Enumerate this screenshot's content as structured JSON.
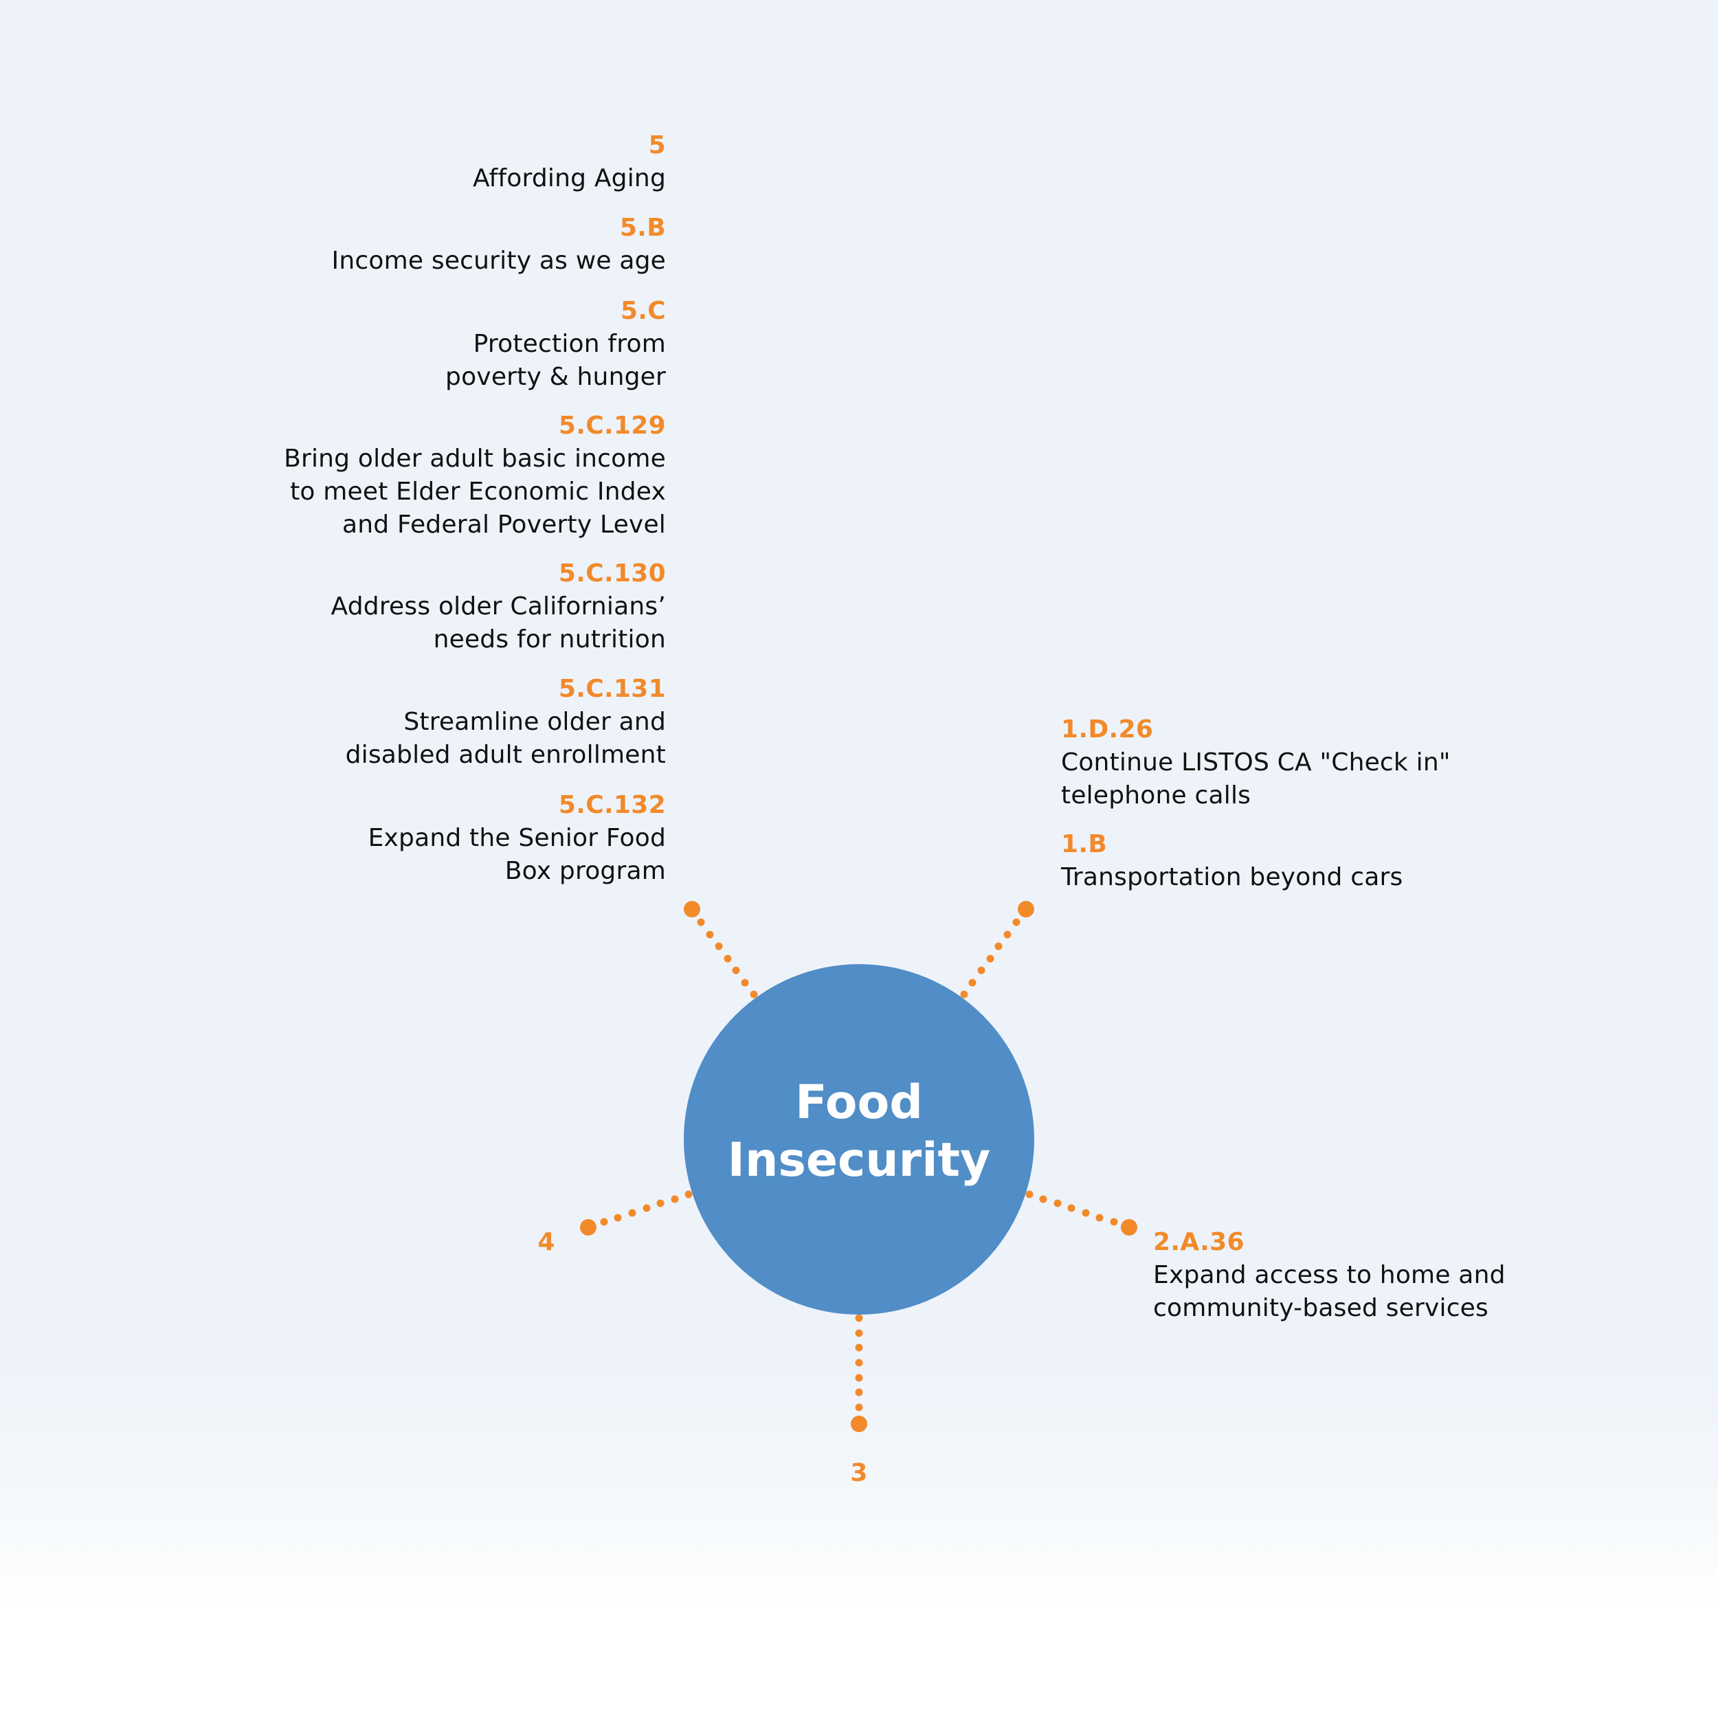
{
  "colors": {
    "background": "#EEF3FA",
    "accent_orange": "#F28A2A",
    "hub_blue": "#518DC7",
    "text_dark": "#111111",
    "hub_text": "#FFFFFF"
  },
  "hub": {
    "title_line1": "Food",
    "title_line2": "Insecurity"
  },
  "branches": {
    "upper_left": {
      "direction": "upper-left",
      "items": [
        {
          "code": "5",
          "lines": [
            "Affording Aging"
          ]
        },
        {
          "code": "5.B",
          "lines": [
            "Income security as we age"
          ]
        },
        {
          "code": "5.C",
          "lines": [
            "Protection from",
            "poverty & hunger"
          ]
        },
        {
          "code": "5.C.129",
          "lines": [
            "Bring older adult basic income",
            "to meet Elder Economic Index",
            "and Federal Poverty Level"
          ]
        },
        {
          "code": "5.C.130",
          "lines": [
            "Address older Californians’",
            "needs for nutrition"
          ]
        },
        {
          "code": "5.C.131",
          "lines": [
            "Streamline older and",
            "disabled adult enrollment"
          ]
        },
        {
          "code": "5.C.132",
          "lines": [
            "Expand the Senior Food",
            "Box program"
          ]
        }
      ]
    },
    "upper_right": {
      "direction": "upper-right",
      "items": [
        {
          "code": "1.D.26",
          "lines": [
            "Continue LISTOS CA \"Check in\"",
            "telephone calls"
          ]
        },
        {
          "code": "1.B",
          "lines": [
            "Transportation beyond cars"
          ]
        }
      ]
    },
    "right": {
      "direction": "right",
      "items": [
        {
          "code": "2.A.36",
          "lines": [
            "Expand access to home and",
            "community-based services"
          ]
        }
      ]
    },
    "bottom": {
      "direction": "bottom",
      "items": [
        {
          "code": "3",
          "lines": []
        }
      ]
    },
    "left": {
      "direction": "left",
      "items": [
        {
          "code": "4",
          "lines": []
        }
      ]
    }
  }
}
